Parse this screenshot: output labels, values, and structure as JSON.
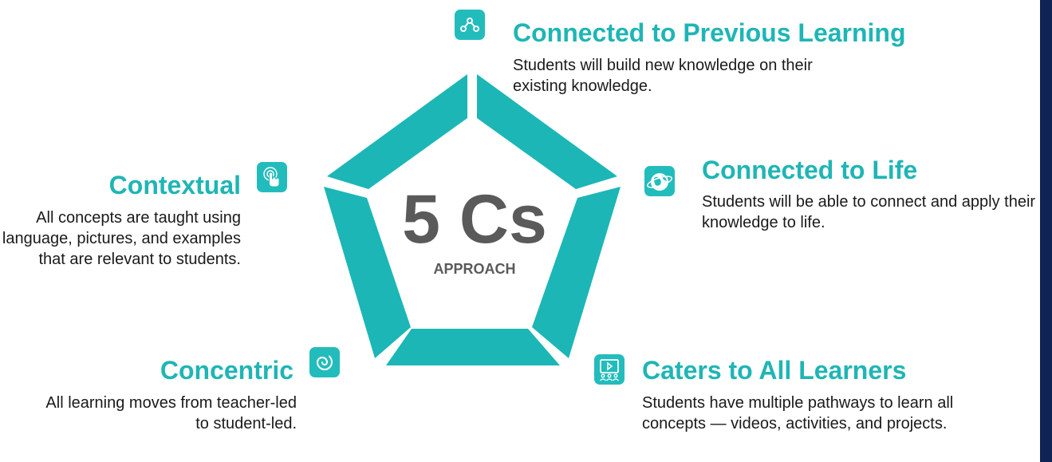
{
  "center": {
    "title": "5 Cs",
    "subtitle": "APPROACH"
  },
  "items": [
    {
      "title": "Connected to Previous Learning",
      "description": "Students will build new knowledge on their existing knowledge.",
      "icon": "nodes-icon"
    },
    {
      "title": "Connected to Life",
      "description": "Students will be able to connect and apply their knowledge to life.",
      "icon": "globe-icon"
    },
    {
      "title": "Caters to All Learners",
      "description": "Students have multiple pathways to learn all concepts — videos, activities, and projects.",
      "icon": "classroom-video-icon"
    },
    {
      "title": "Concentric",
      "description": "All learning moves from teacher-led to student-led.",
      "icon": "spiral-icon"
    },
    {
      "title": "Contextual",
      "description": "All concepts are taught using language, pictures, and examples that are relevant to students.",
      "icon": "touch-icon"
    }
  ],
  "colors": {
    "accent": "#1fb5b5",
    "segment": "#1cb6b6",
    "icon_bg": "#23bcbc",
    "center_text": "#5a5a5a",
    "side_bar": "#0f2454"
  }
}
